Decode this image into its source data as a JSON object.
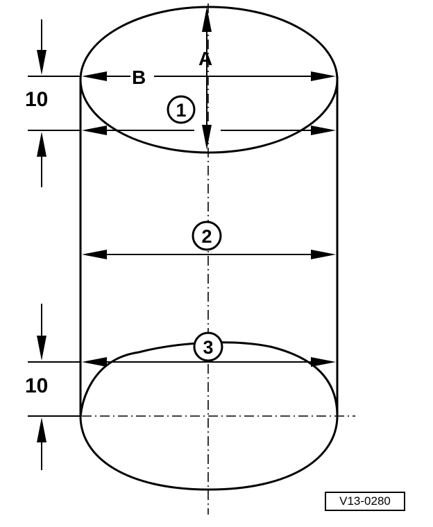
{
  "labels": {
    "dimension_a": "A",
    "dimension_b": "B",
    "dimension_top": "10",
    "dimension_bottom": "10"
  },
  "markers": {
    "position_1": "1",
    "position_2": "2",
    "position_3": "3"
  },
  "reference_code": "V13-0280"
}
